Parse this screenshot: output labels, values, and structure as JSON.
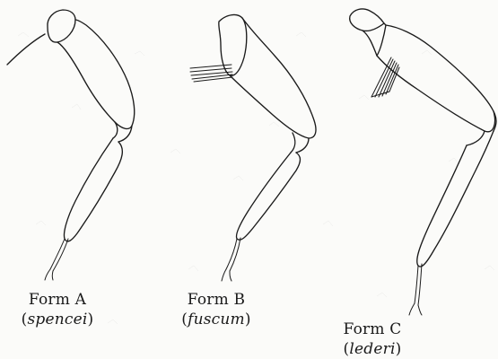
{
  "figures": [
    {
      "id": "A",
      "form_label": "Form  A",
      "species": "spencei"
    },
    {
      "id": "B",
      "form_label": "Form  B",
      "species": "fuscum"
    },
    {
      "id": "C",
      "form_label": "Form  C",
      "species": "lederi"
    }
  ],
  "colors": {
    "line": "#1b1b1b",
    "paper": "#fbfbf9"
  }
}
